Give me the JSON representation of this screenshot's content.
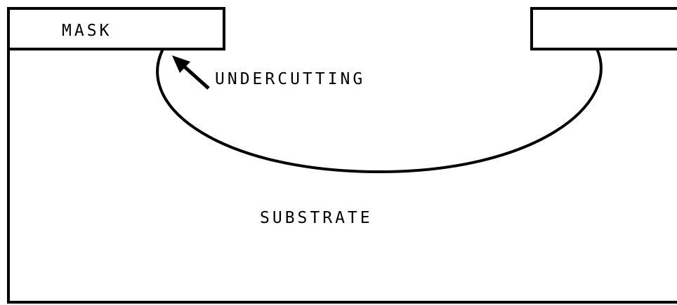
{
  "labels": {
    "mask": "MASK",
    "undercutting": "UNDERCUTTING",
    "substrate": "SUBSTRATE"
  }
}
